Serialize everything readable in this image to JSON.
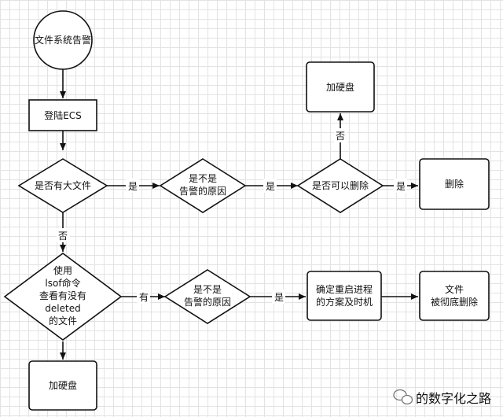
{
  "flowchart": {
    "start": "文件系统告警",
    "login": "登陆ECS",
    "decision_big_file": "是否有大文件",
    "decision_alarm_cause_1": [
      "是不是",
      "告警的原因"
    ],
    "decision_can_delete": "是否可以删除",
    "action_delete": "删除",
    "action_add_disk_1": "加硬盘",
    "decision_lsof": [
      "使用",
      "lsof命令",
      "查看有没有",
      "deleted",
      "的文件"
    ],
    "decision_alarm_cause_2": [
      "是不是",
      "告警的原因"
    ],
    "action_restart_plan": [
      "确定重启进程",
      "的方案及时机"
    ],
    "action_file_deleted": [
      "文件",
      "被彻底删除"
    ],
    "action_add_disk_2": "加硬盘"
  },
  "edge_labels": {
    "big_file_yes": "是",
    "big_file_no": "否",
    "cause1_yes": "是",
    "can_delete_yes": "是",
    "can_delete_no": "否",
    "lsof_yes": "有",
    "cause2_yes": "是"
  },
  "watermark": {
    "text": "的数字化之路",
    "icon": "wechat-icon"
  },
  "colors": {
    "stroke": "#111111",
    "fill": "#ffffff",
    "grid": "#e3e3e3"
  }
}
